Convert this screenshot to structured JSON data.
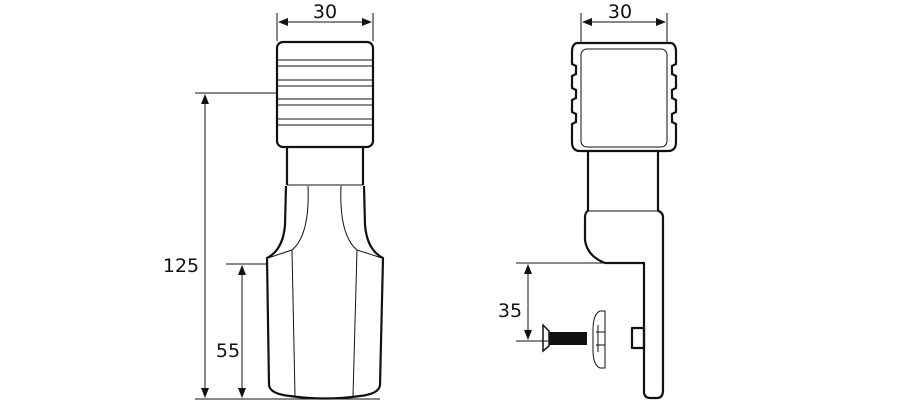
{
  "front_view": {
    "dimensions": {
      "width": "30",
      "height_total": "125",
      "height_lower": "55"
    }
  },
  "side_view": {
    "dimensions": {
      "width": "30",
      "screw_height": "35"
    }
  },
  "colors": {
    "line": "#111111",
    "background": "#ffffff"
  }
}
